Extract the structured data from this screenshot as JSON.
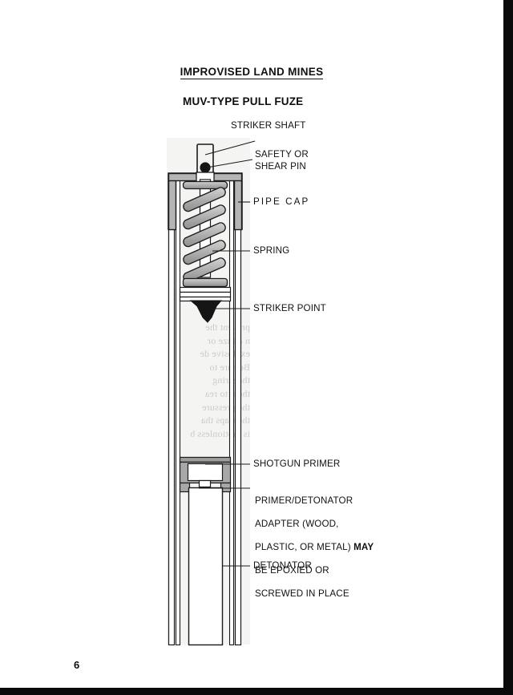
{
  "document": {
    "title": "IMPROVISED LAND MINES",
    "figure_title": "MUV-TYPE PULL FUZE",
    "page_number": "6"
  },
  "labels": {
    "striker_shaft": "STRIKER SHAFT",
    "safety_shear_pin": "SAFETY OR\nSHEAR PIN",
    "pipe_cap": "PIPE CAP",
    "spring": "SPRING",
    "striker_point": "STRIKER POINT",
    "shotgun_primer": "SHOTGUN PRIMER",
    "adapter_line1": "PRIMER/DETONATOR",
    "adapter_line2": "ADAPTER (WOOD,",
    "adapter_line3a": "PLASTIC, OR METAL) ",
    "adapter_line3b": "MAY",
    "adapter_line4": "BE EPOXIED OR",
    "adapter_line5": "SCREWED IN PLACE",
    "detonator": "DETONATOR"
  },
  "bleed_through": {
    "text": "prevent the\nn a fuze or\nexplosive de\nBe sure to\nthe string\nthem to rea\nthe pressure\nthe traps tha\nis motionless b"
  },
  "colors": {
    "ink": "#111111",
    "metal_gray": "#b9b9b9",
    "metal_gray_dark": "#9a9a9a",
    "striker_black": "#1a1a1a",
    "paper": "#ffffff",
    "page_edge": "#0a0a0a"
  },
  "diagram": {
    "type": "technical-cutaway",
    "components": [
      "striker-shaft",
      "shear-pin",
      "pipe-cap",
      "spring",
      "striker-point",
      "pipe-body",
      "shotgun-primer",
      "primer-detonator-adapter",
      "detonator"
    ]
  }
}
